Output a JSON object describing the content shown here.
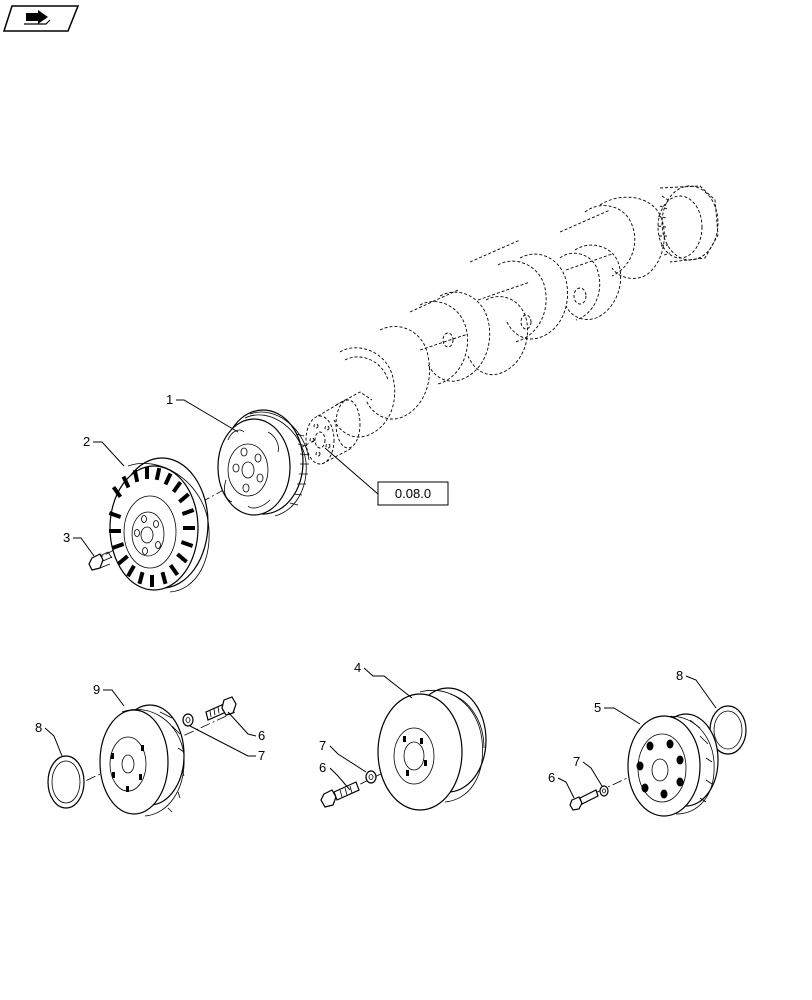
{
  "page_icon": "book-arrow-icon",
  "reference": "0.08.0",
  "callouts": [
    {
      "id": "c1",
      "label": "1"
    },
    {
      "id": "c2",
      "label": "2"
    },
    {
      "id": "c3",
      "label": "3"
    },
    {
      "id": "c4",
      "label": "4"
    },
    {
      "id": "c5",
      "label": "5"
    },
    {
      "id": "c6a",
      "label": "6"
    },
    {
      "id": "c6b",
      "label": "6"
    },
    {
      "id": "c6c",
      "label": "6"
    },
    {
      "id": "c7a",
      "label": "7"
    },
    {
      "id": "c7b",
      "label": "7"
    },
    {
      "id": "c7c",
      "label": "7"
    },
    {
      "id": "c8a",
      "label": "8"
    },
    {
      "id": "c8b",
      "label": "8"
    },
    {
      "id": "c9",
      "label": "9"
    }
  ]
}
